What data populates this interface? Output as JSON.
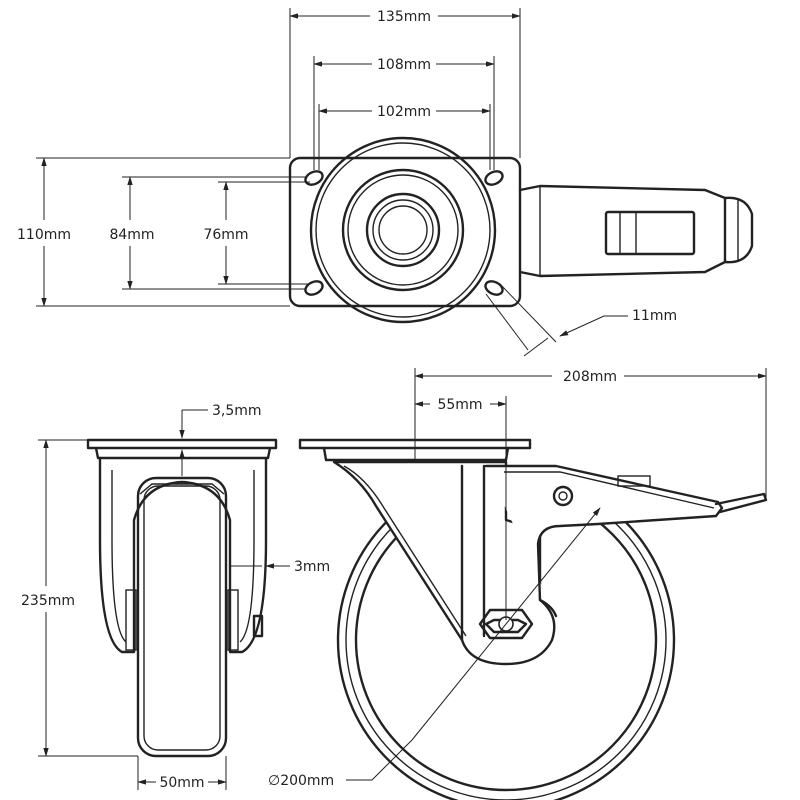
{
  "dimensions": {
    "plate_width": "135mm",
    "hole_span_outer": "108mm",
    "hole_span_inner": "102mm",
    "plate_height": "110mm",
    "hole_height_outer": "84mm",
    "hole_height_inner": "76mm",
    "hole_diameter": "11mm",
    "total_length": "208mm",
    "offset": "55mm",
    "plate_thickness": "3,5mm",
    "total_height": "235mm",
    "fork_thickness": "3mm",
    "wheel_width": "50mm",
    "wheel_diameter": "∅200mm"
  }
}
